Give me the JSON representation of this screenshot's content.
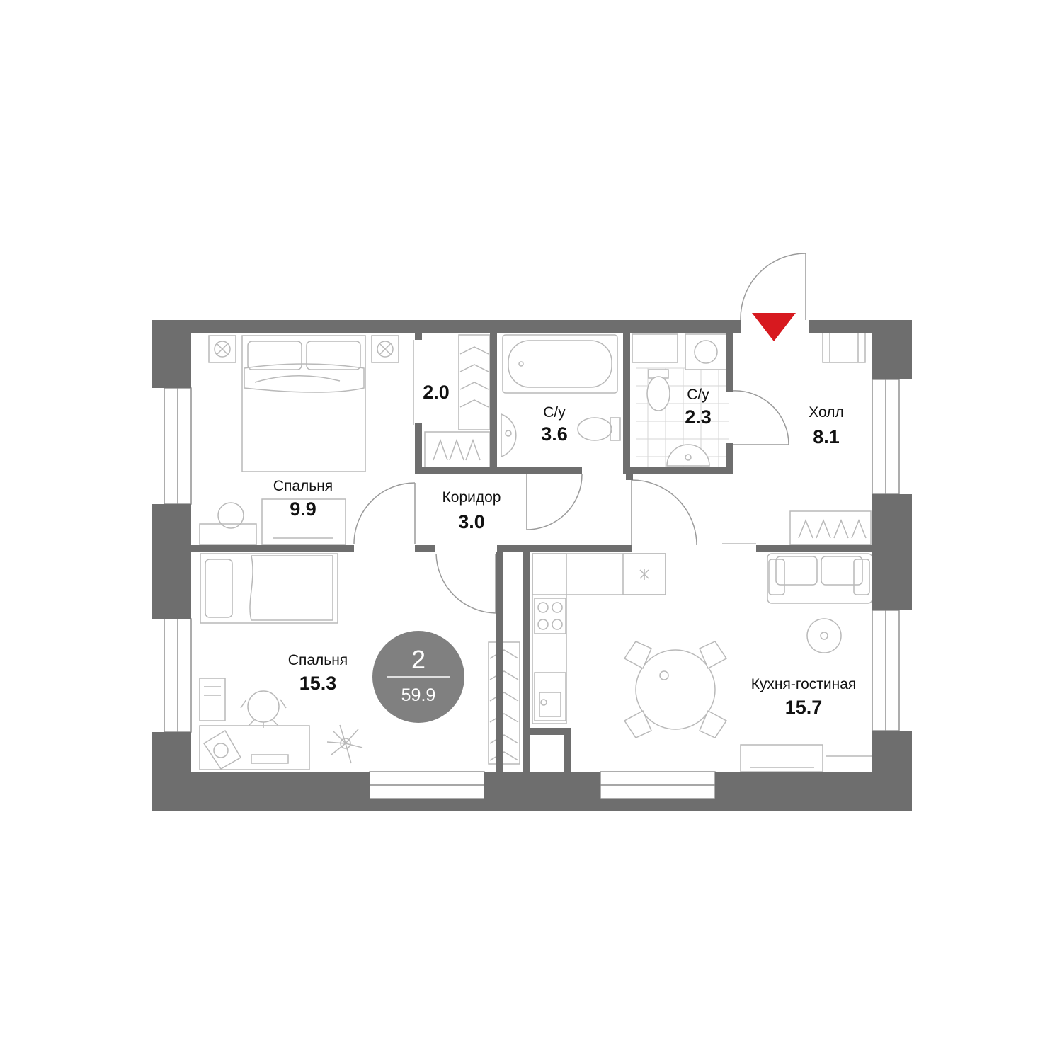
{
  "plan": {
    "rooms": [
      {
        "id": "bedroom-1",
        "name": "Спальня",
        "area": "9.9"
      },
      {
        "id": "closet",
        "name": "",
        "area": "2.0"
      },
      {
        "id": "bathroom-1",
        "name": "С/у",
        "area": "3.6"
      },
      {
        "id": "bathroom-2",
        "name": "С/у",
        "area": "2.3"
      },
      {
        "id": "hall",
        "name": "Холл",
        "area": "8.1"
      },
      {
        "id": "corridor",
        "name": "Коридор",
        "area": "3.0"
      },
      {
        "id": "bedroom-2",
        "name": "Спальня",
        "area": "15.3"
      },
      {
        "id": "kitchen-living",
        "name": "Кухня-гостиная",
        "area": "15.7"
      }
    ],
    "summary": {
      "rooms_count": "2",
      "total_area": "59.9"
    },
    "colors": {
      "wall": "#6e6e6e",
      "entrance_marker": "#d7191f",
      "badge": "#808080",
      "furniture": "#b9b9b9"
    }
  }
}
